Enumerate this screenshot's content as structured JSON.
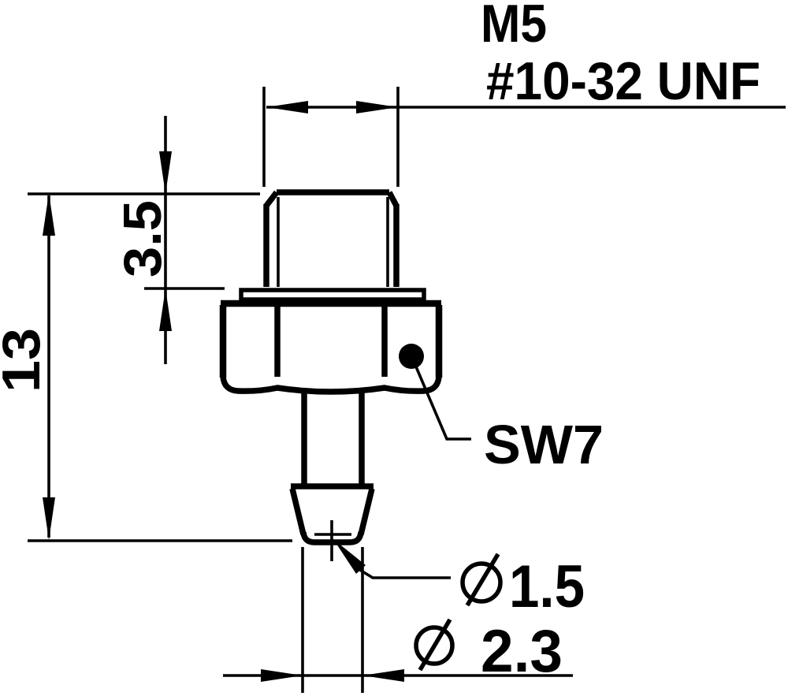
{
  "drawing": {
    "kind": "technical dimension drawing",
    "subject": "barbed hose fitting with hex nut, side view",
    "colors": {
      "ink": "#000000",
      "paper": "#ffffff"
    },
    "labels": {
      "thread_metric": "M5",
      "thread_unf": "#10-32 UNF",
      "wrench_size": "SW7"
    },
    "dimensions": {
      "overall_length": "13",
      "thread_length": "3.5",
      "tip_bore": {
        "symbol": "Ø",
        "value": "1.5",
        "label": "Ø1.5"
      },
      "tip_outer": {
        "symbol": "Ø",
        "value": "2.3",
        "label": "Ø 2.3"
      }
    }
  }
}
